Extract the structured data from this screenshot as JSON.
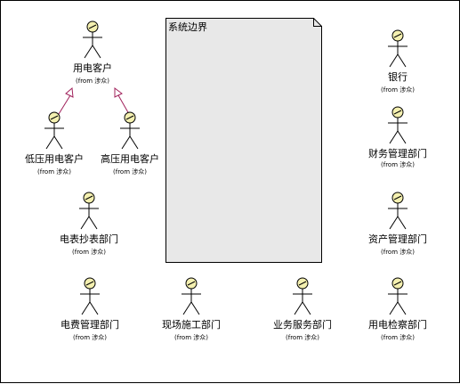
{
  "diagram": {
    "system_boundary": {
      "title": "系统边界"
    },
    "actors": [
      {
        "id": "electric-customer",
        "name": "用电客户",
        "from": "(from 涉众)"
      },
      {
        "id": "low-voltage-customer",
        "name": "低压用电客户",
        "from": "(from 涉众)"
      },
      {
        "id": "high-voltage-customer",
        "name": "高压用电客户",
        "from": "(from 涉众)"
      },
      {
        "id": "meter-reading-dept",
        "name": "电表抄表部门",
        "from": "(from 涉众)"
      },
      {
        "id": "billing-dept",
        "name": "电费管理部门",
        "from": "(from 涉众)"
      },
      {
        "id": "site-construction-dept",
        "name": "现场施工部门",
        "from": "(from 涉众)"
      },
      {
        "id": "business-service-dept",
        "name": "业务服务部门",
        "from": "(from 涉众)"
      },
      {
        "id": "bank",
        "name": "银行",
        "from": "(from 涉众)"
      },
      {
        "id": "finance-dept",
        "name": "财务管理部门",
        "from": "(from 涉众)"
      },
      {
        "id": "asset-dept",
        "name": "资产管理部门",
        "from": "(from 涉众)"
      },
      {
        "id": "inspection-dept",
        "name": "用电检察部门",
        "from": "(from 涉众)"
      }
    ],
    "generalizations": [
      {
        "from": "low-voltage-customer",
        "to": "electric-customer"
      },
      {
        "from": "high-voltage-customer",
        "to": "electric-customer"
      }
    ],
    "colors": {
      "actor_head": "#f4f0b0",
      "boundary_fill": "#e8e8e8",
      "generalization_line": "#a0205a"
    }
  }
}
